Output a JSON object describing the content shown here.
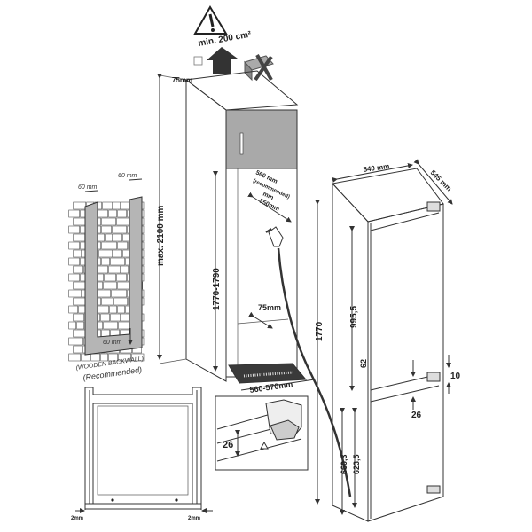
{
  "warning": {
    "vent_area": "min. 200 cm²"
  },
  "cabinet": {
    "top_clearance": "75mm",
    "max_height": "max. 2100 mm",
    "niche_height": "1770-1790",
    "depth_recommended": "560 mm",
    "depth_recommended_note": "(recommended)",
    "depth_min_label": "min",
    "depth_min": "550mm",
    "rear_clearance": "75mm",
    "niche_width": "560-570mm"
  },
  "backwall": {
    "strip_left_width": "60 mm",
    "strip_right_width": "60 mm",
    "bottom_gap": "60 mm",
    "caption": "(WOODEN BACKWALL)",
    "caption_note": "(Recommended)"
  },
  "appliance": {
    "width": "540 mm",
    "depth": "545 mm",
    "height": "1770",
    "upper_door": "995,5",
    "gap_62": "62",
    "gap_10": "10",
    "gap_26": "26",
    "lower_660": "660,3",
    "lower_623": "623,5"
  },
  "detail": {
    "door_spacing": "26"
  },
  "section": {
    "left_gap": "2mm",
    "right_gap": "2mm"
  },
  "colors": {
    "line": "#333333",
    "panel_gray": "#a9a9a9",
    "dark": "#3a3a3a"
  }
}
